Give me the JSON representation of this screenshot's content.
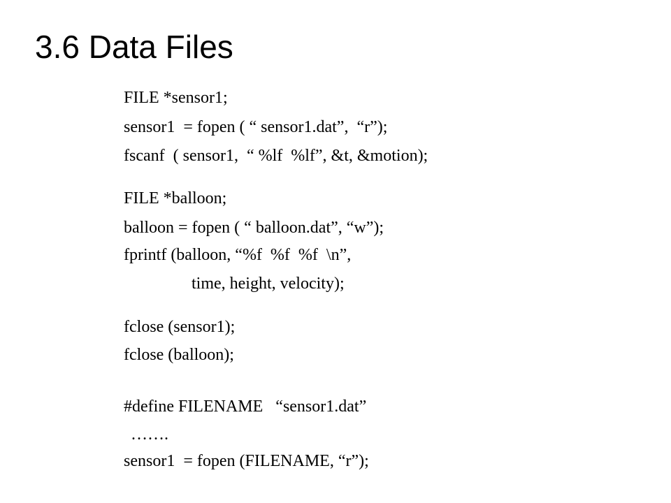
{
  "slide": {
    "title": "3.6 Data Files",
    "code": {
      "sensor_file_decl": "FILE *sensor1;",
      "sensor_fopen": "sensor1  = fopen ( “ sensor1.dat”,  “r”);",
      "sensor_fscanf": "fscanf  ( sensor1,  “ %lf  %lf”, &t, &motion);",
      "balloon_file_decl": "FILE *balloon;",
      "balloon_fopen": "balloon = fopen ( “ balloon.dat”, “w”);",
      "balloon_fprintf": "fprintf (balloon, “%f  %f  %f  \\n”,",
      "balloon_fprintf_args": "time, height, velocity);",
      "close_sensor": "fclose (sensor1);",
      "close_balloon": "fclose (balloon);",
      "define_filename": "#define FILENAME   “sensor1.dat”",
      "ellipsis": "…….",
      "sensor_fopen_macro": "sensor1  = fopen (FILENAME, “r”);"
    }
  }
}
